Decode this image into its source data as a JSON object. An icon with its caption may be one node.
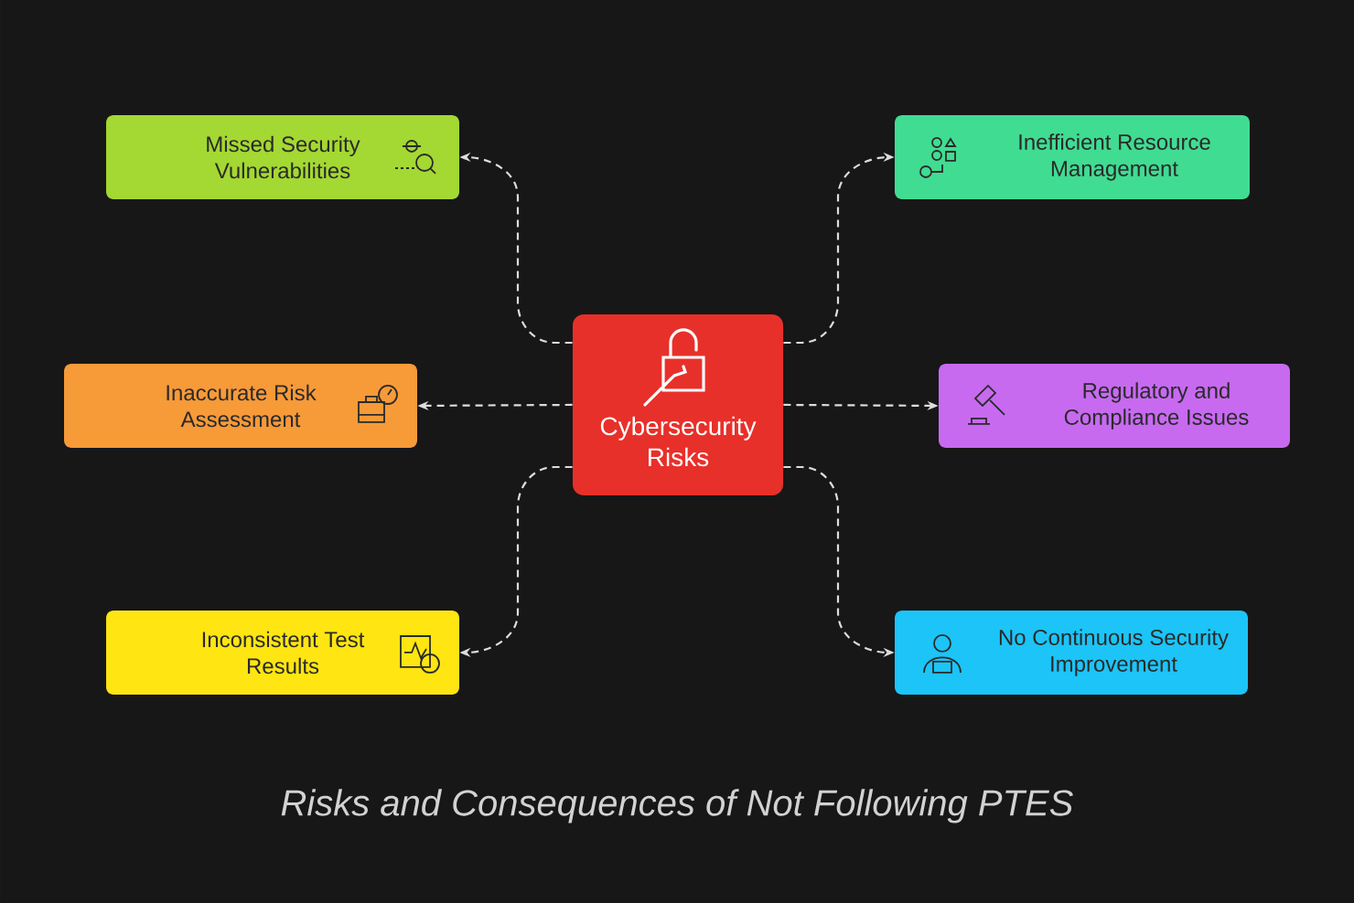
{
  "diagram": {
    "caption": "Risks and Consequences of Not Following PTES",
    "nodes": [
      {
        "text": [
          "Cybersecurity Risks"
        ]
      },
      {
        "text": [
          "Missed Security Vulnerabilities"
        ]
      },
      {
        "text": [
          "Inefficient Resource Management"
        ]
      },
      {
        "text": [
          "Inaccurate Risk Assessment"
        ]
      },
      {
        "text": [
          "Regulatory and Compliance Issues"
        ]
      },
      {
        "text": [
          "Inconsistent Test Results"
        ]
      },
      {
        "text": [
          "No Continuous Security Improvement"
        ]
      }
    ],
    "edges": [
      {
        "from": 0,
        "to": 1,
        "arrow": "to",
        "style": "dashed"
      },
      {
        "from": 0,
        "to": 2,
        "arrow": "to",
        "style": "dashed"
      },
      {
        "from": 0,
        "to": 3,
        "arrow": "to",
        "style": "dashed"
      },
      {
        "from": 0,
        "to": 4,
        "arrow": "to",
        "style": "dashed"
      },
      {
        "from": 0,
        "to": 5,
        "arrow": "to",
        "style": "dashed"
      },
      {
        "from": 0,
        "to": 6,
        "arrow": "to",
        "style": "dashed"
      }
    ]
  }
}
